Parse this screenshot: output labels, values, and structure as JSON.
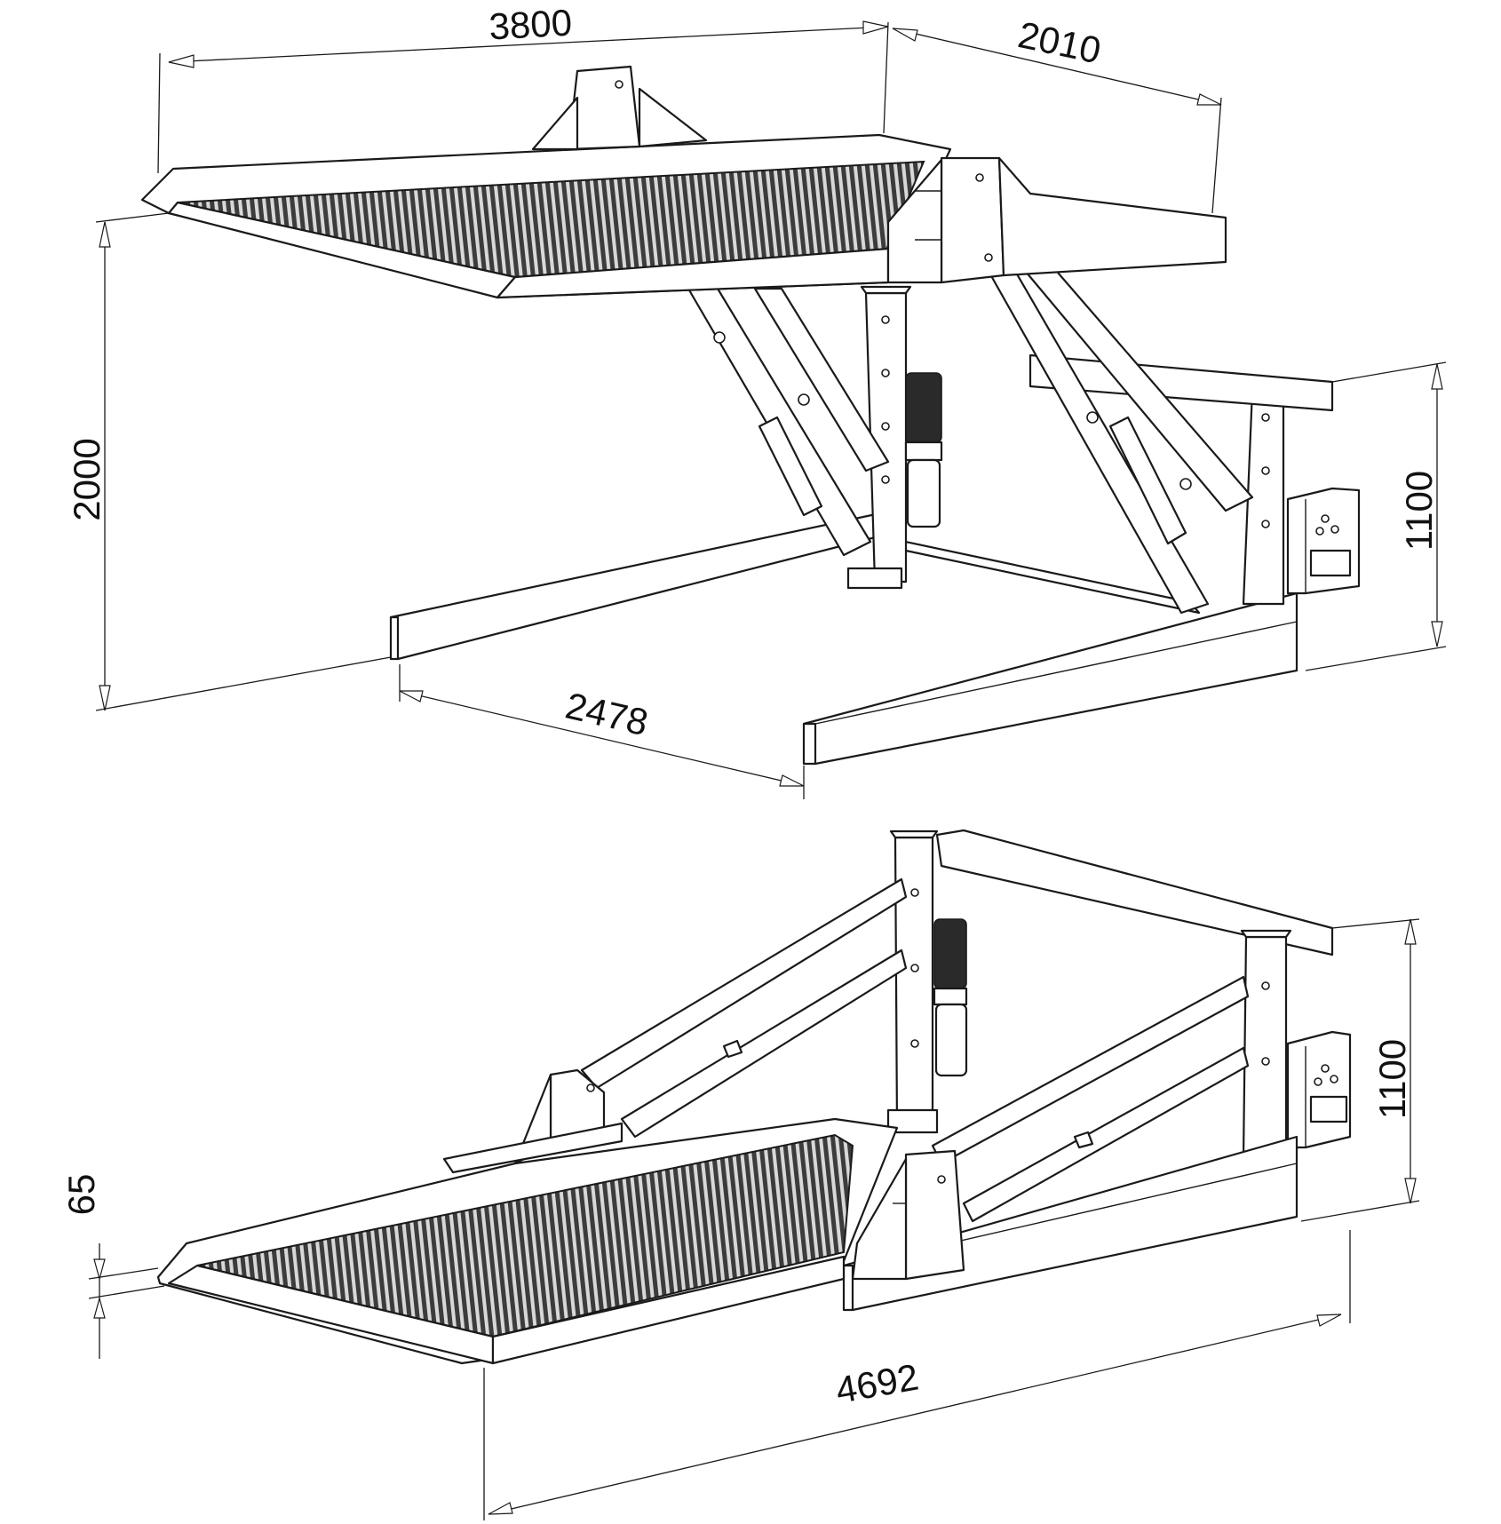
{
  "top_view": {
    "width_label": "3800",
    "depth_label": "2010",
    "height_label": "2000",
    "clearance_label": "1100",
    "rail_label": "2478"
  },
  "bottom_view": {
    "height_label": "1100",
    "platform_thickness_label": "65",
    "length_label": "4692"
  }
}
